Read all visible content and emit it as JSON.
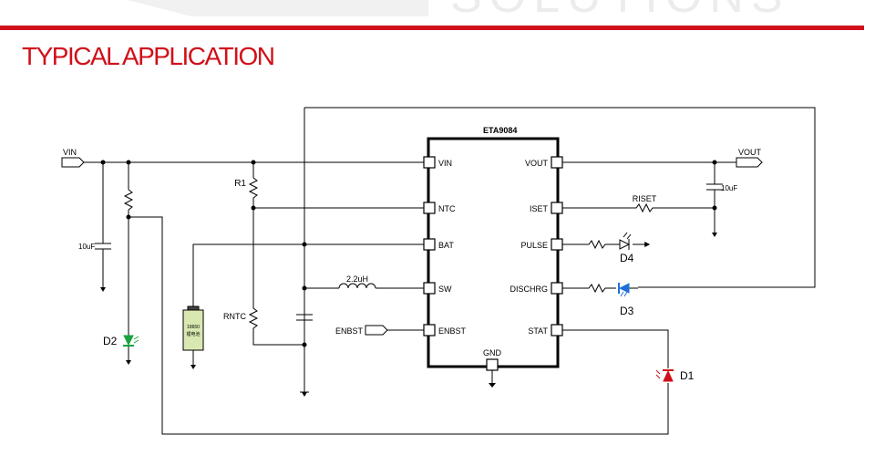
{
  "header": {
    "watermark": "SOLUTIONS",
    "section_title": "TYPICAL APPLICATION",
    "accent_color": "#d0101a"
  },
  "schematic": {
    "chip": {
      "name": "ETA9084",
      "left_pins": [
        "VIN",
        "NTC",
        "BAT",
        "SW",
        "ENBST"
      ],
      "right_pins": [
        "VOUT",
        "ISET",
        "PULSE",
        "DISCHRG",
        "STAT"
      ],
      "bottom_pin": "GND"
    },
    "nets": {
      "vin_port": "VIN",
      "vout_port": "VOUT",
      "enbst_port": "ENBST"
    },
    "components": {
      "cin": "10uF",
      "cout": "10uF",
      "r1": "R1",
      "rntc": "RNTC",
      "inductor": "2.2uH",
      "riset": "RISET",
      "battery_line1": "18650",
      "battery_line2": "锂电池",
      "d1": "D1",
      "d2": "D2",
      "d3": "D3",
      "d4": "D4"
    },
    "led_colors": {
      "d1": "#d0101a",
      "d2": "#1aa341",
      "d3": "#1f6fd6",
      "d4": "#000000"
    }
  }
}
